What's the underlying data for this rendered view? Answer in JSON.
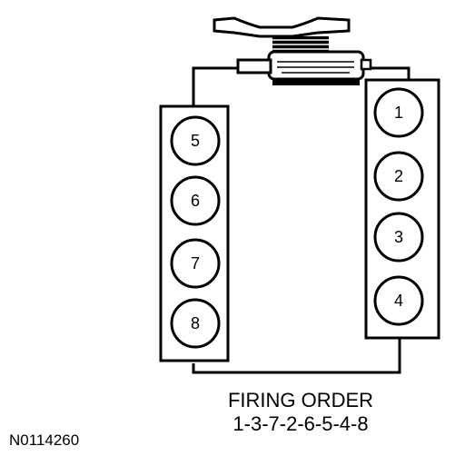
{
  "diagram": {
    "figure_id": "N0114260",
    "caption": {
      "line1": "FIRING ORDER",
      "line2": "1-3-7-2-6-5-4-8"
    },
    "left_bank": {
      "cylinders": [
        {
          "label": "5"
        },
        {
          "label": "6"
        },
        {
          "label": "7"
        },
        {
          "label": "8"
        }
      ]
    },
    "right_bank": {
      "cylinders": [
        {
          "label": "1"
        },
        {
          "label": "2"
        },
        {
          "label": "3"
        },
        {
          "label": "4"
        }
      ]
    },
    "colors": {
      "ink": "#000000",
      "background": "#ffffff"
    }
  }
}
